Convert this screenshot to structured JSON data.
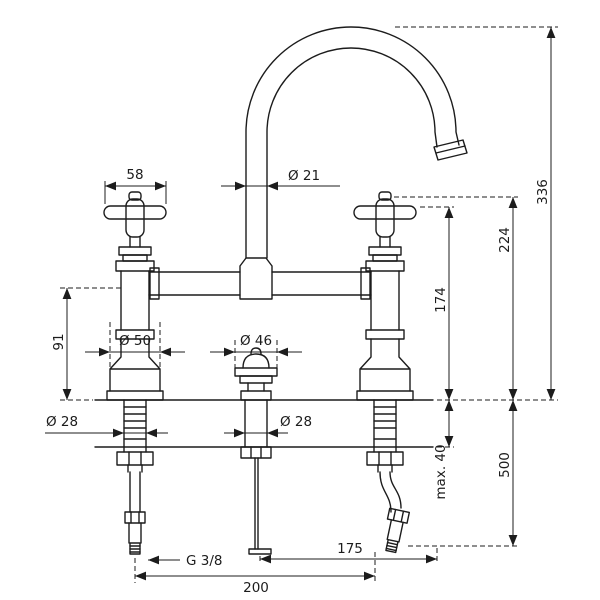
{
  "dims": {
    "handle_width": "58",
    "spout_diameter": "Ø 21",
    "total_height": "336",
    "height_to_handle_top": "224",
    "height_to_spout": "174",
    "body_height": "91",
    "escutcheon_diameter": "Ø 50",
    "pop_up_knob_diameter": "Ø 46",
    "left_shank_diameter": "Ø 28",
    "waste_diameter": "Ø 28",
    "max_mounting_thickness": "max. 40",
    "hose_length": "500",
    "connection_thread": "G 3/8",
    "waste_offset": "175",
    "tap_hole_spacing": "200"
  }
}
